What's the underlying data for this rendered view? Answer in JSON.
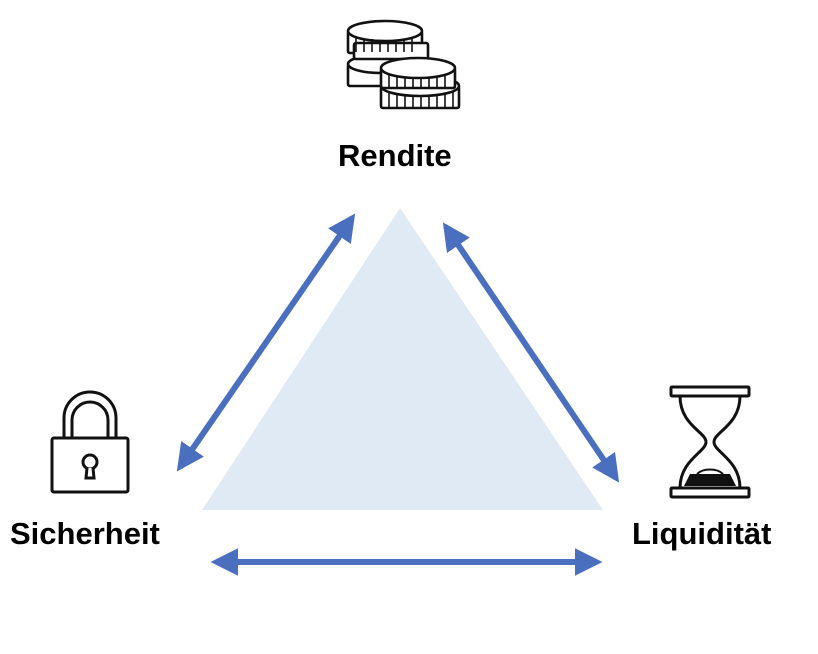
{
  "nodes": {
    "top": {
      "label": "Rendite",
      "icon": "coins-icon"
    },
    "left": {
      "label": "Sicherheit",
      "icon": "padlock-icon"
    },
    "right": {
      "label": "Liquidität",
      "icon": "hourglass-icon"
    }
  },
  "colors": {
    "triangle_fill": "#dfeaf5",
    "arrow": "#4a6fbe",
    "icon_stroke": "#111111",
    "text": "#000000"
  }
}
